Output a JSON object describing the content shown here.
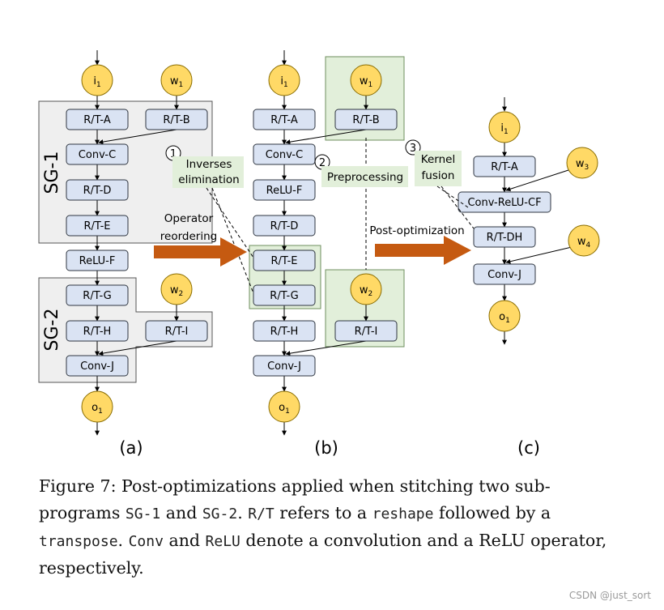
{
  "panels": {
    "a": {
      "label": "(a)",
      "sg1": "SG-1",
      "sg2": "SG-2",
      "nodes": {
        "i1": "i",
        "w1": "w",
        "rta": "R/T-A",
        "rtb": "R/T-B",
        "convc": "Conv-C",
        "rtd": "R/T-D",
        "rte": "R/T-E",
        "reluf": "ReLU-F",
        "rtg": "R/T-G",
        "w2": "w",
        "rth": "R/T-H",
        "rti": "R/T-I",
        "convj": "Conv-J",
        "o1": "o"
      }
    },
    "b": {
      "label": "(b)",
      "nodes": {
        "i1": "i",
        "w1": "w",
        "rta": "R/T-A",
        "rtb": "R/T-B",
        "convc": "Conv-C",
        "reluf": "ReLU-F",
        "rtd": "R/T-D",
        "rte": "R/T-E",
        "rtg": "R/T-G",
        "w2": "w",
        "rth": "R/T-H",
        "rti": "R/T-I",
        "convj": "Conv-J",
        "o1": "o"
      }
    },
    "c": {
      "label": "(c)",
      "nodes": {
        "i1": "i",
        "rta": "R/T-A",
        "w3": "w",
        "convrelucf": "Conv-ReLU-CF",
        "rtdh": "R/T-DH",
        "w4": "w",
        "convj": "Conv-J",
        "o1": "o"
      }
    }
  },
  "subscripts": {
    "one": "1",
    "two": "2",
    "three": "3",
    "four": "4"
  },
  "annotations": {
    "step1_num": "1",
    "step1_line1": "Inverses",
    "step1_line2": "elimination",
    "step2_num": "2",
    "step2_text": "Preprocessing",
    "step3_num": "3",
    "step3_line1": "Kernel",
    "step3_line2": "fusion",
    "reorder_line1": "Operator",
    "reorder_line2": "reordering",
    "postopt": "Post-optimization"
  },
  "caption": {
    "t1": "Figure 7: Post-optimizations applied when stitching two sub-programs ",
    "c1": "SG-1",
    "t2": " and ",
    "c2": "SG-2",
    "t3": ". ",
    "c3": "R/T",
    "t4": " refers to a ",
    "c4": "reshape",
    "t5": " followed by a ",
    "c5": "transpose",
    "t6": ". ",
    "c6": "Conv",
    "t7": " and ",
    "c7": "ReLU",
    "t8": " denote a convolution and a ReLU operator, respectively."
  },
  "watermark": "CSDN @just_sort",
  "colors": {
    "op_fill": "#dae3f3",
    "op_stroke": "#2f3640",
    "circle_fill": "#ffd966",
    "circle_stroke": "#8a6d00",
    "sg_fill": "#efefef",
    "green_fill": "#e2efda",
    "green_stroke": "#6f8f5f",
    "arrow_orange": "#c55a11"
  }
}
